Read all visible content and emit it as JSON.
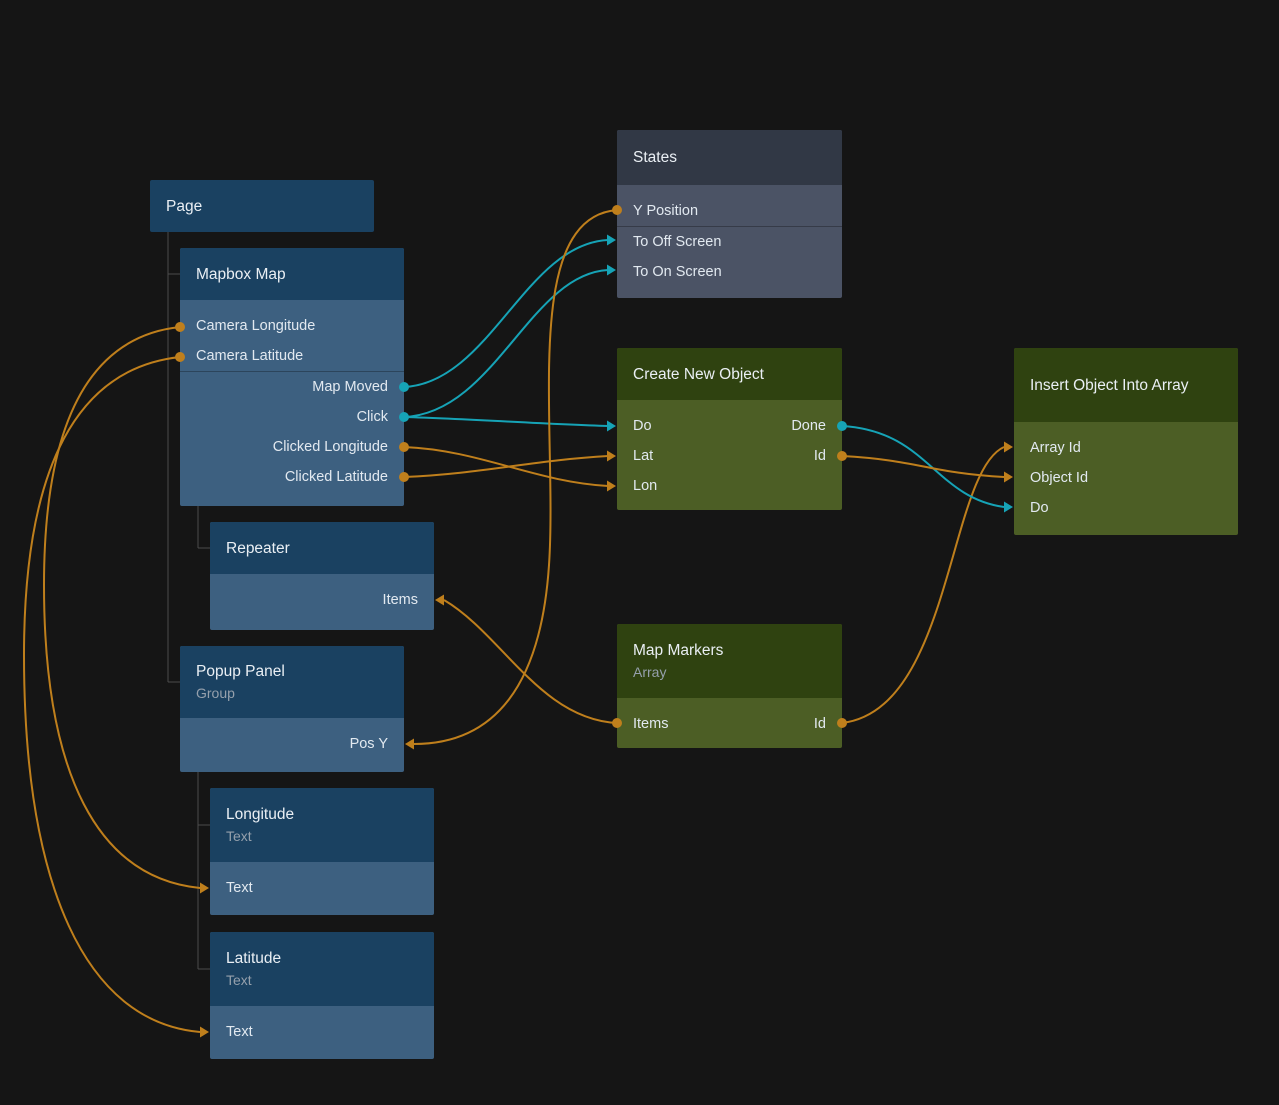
{
  "colors": {
    "background": "#151515",
    "orange_wire": "#BF7F1C",
    "teal_wire": "#16A3B6",
    "blue_header": "#1A4161",
    "blue_body": "#3D6080",
    "slate_header": "#313845",
    "slate_body": "#4B5365",
    "green_header": "#2F4210",
    "green_body": "#4C5E25",
    "tree_line": "#4B4B4B"
  },
  "nodes": {
    "page": {
      "title": "Page"
    },
    "mapbox_map": {
      "title": "Mapbox Map",
      "ports": {
        "camera_longitude": "Camera Longitude",
        "camera_latitude": "Camera Latitude",
        "map_moved": "Map Moved",
        "click": "Click",
        "clicked_longitude": "Clicked Longitude",
        "clicked_latitude": "Clicked Latitude"
      }
    },
    "repeater": {
      "title": "Repeater",
      "ports": {
        "items": "Items"
      }
    },
    "popup_panel": {
      "title": "Popup Panel",
      "subtitle": "Group",
      "ports": {
        "pos_y": "Pos Y"
      }
    },
    "longitude": {
      "title": "Longitude",
      "subtitle": "Text",
      "ports": {
        "text": "Text"
      }
    },
    "latitude": {
      "title": "Latitude",
      "subtitle": "Text",
      "ports": {
        "text": "Text"
      }
    },
    "states": {
      "title": "States",
      "ports": {
        "y_position": "Y Position",
        "to_off_screen": "To Off Screen",
        "to_on_screen": "To On Screen"
      }
    },
    "create_new_object": {
      "title": "Create New Object",
      "ports": {
        "do": "Do",
        "done": "Done",
        "lat": "Lat",
        "id": "Id",
        "lon": "Lon"
      }
    },
    "map_markers": {
      "title": "Map Markers",
      "subtitle": "Array",
      "ports": {
        "items": "Items",
        "id": "Id"
      }
    },
    "insert_object_into_array": {
      "title": "Insert Object Into Array",
      "ports": {
        "array_id": "Array Id",
        "object_id": "Object Id",
        "do": "Do"
      }
    }
  },
  "connections": [
    {
      "from": "Mapbox Map.Camera Longitude",
      "to": "Longitude.Text",
      "color": "orange"
    },
    {
      "from": "Mapbox Map.Camera Latitude",
      "to": "Latitude.Text",
      "color": "orange"
    },
    {
      "from": "Mapbox Map.Map Moved",
      "to": "States.To Off Screen",
      "color": "teal"
    },
    {
      "from": "Mapbox Map.Click",
      "to": "States.To On Screen",
      "color": "teal"
    },
    {
      "from": "Mapbox Map.Click",
      "to": "Create New Object.Do",
      "color": "teal"
    },
    {
      "from": "Mapbox Map.Clicked Longitude",
      "to": "Create New Object.Lon",
      "color": "orange"
    },
    {
      "from": "Mapbox Map.Clicked Latitude",
      "to": "Create New Object.Lat",
      "color": "orange"
    },
    {
      "from": "States.Y Position",
      "to": "Popup Panel.Pos Y",
      "color": "orange"
    },
    {
      "from": "Map Markers.Items",
      "to": "Repeater.Items",
      "color": "orange"
    },
    {
      "from": "Map Markers.Id",
      "to": "Insert Object Into Array.Array Id",
      "color": "orange"
    },
    {
      "from": "Create New Object.Done",
      "to": "Insert Object Into Array.Do",
      "color": "teal"
    },
    {
      "from": "Create New Object.Id",
      "to": "Insert Object Into Array.Object Id",
      "color": "orange"
    }
  ]
}
